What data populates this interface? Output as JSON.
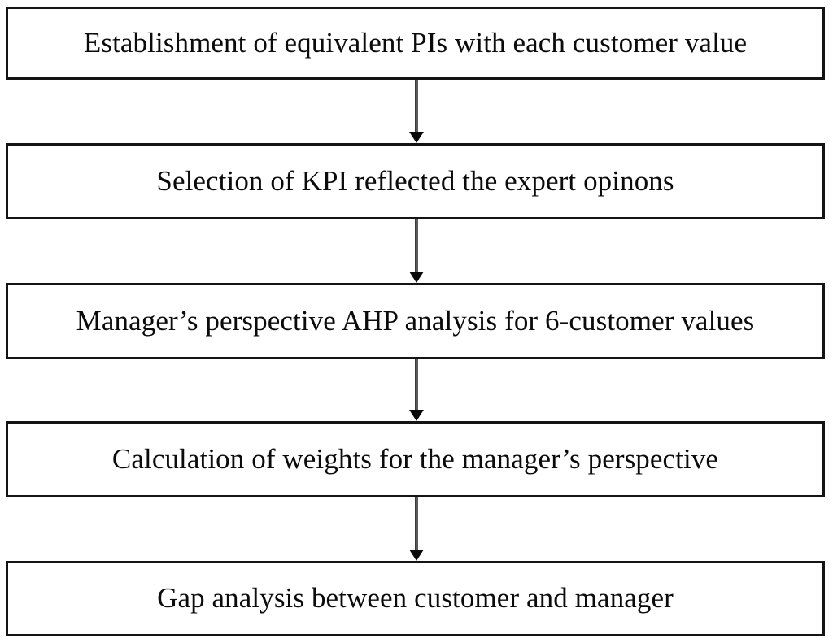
{
  "diagram": {
    "type": "flowchart",
    "orientation": "vertical",
    "title": "",
    "background_color": "#ffffff",
    "box_border_color": "#141414",
    "box_fill_color": "#ffffff",
    "text_color": "#0b0b0b",
    "arrow_color": "#090909",
    "nodes": [
      {
        "id": "node-1",
        "label": "Establishment of equivalent PIs with each customer value"
      },
      {
        "id": "node-2",
        "label": "Selection of KPI reflected the expert opinons"
      },
      {
        "id": "node-3",
        "label": "Manager’s perspective AHP analysis for 6-customer values"
      },
      {
        "id": "node-4",
        "label": "Calculation of weights for the manager’s perspective"
      },
      {
        "id": "node-5",
        "label": "Gap analysis between customer and manager"
      }
    ],
    "edges": [
      {
        "id": "edge-1",
        "from": "node-1",
        "to": "node-2",
        "style": "solid-arrow-down"
      },
      {
        "id": "edge-2",
        "from": "node-2",
        "to": "node-3",
        "style": "solid-arrow-down"
      },
      {
        "id": "edge-3",
        "from": "node-3",
        "to": "node-4",
        "style": "solid-arrow-down"
      },
      {
        "id": "edge-4",
        "from": "node-4",
        "to": "node-5",
        "style": "solid-arrow-down"
      }
    ]
  }
}
